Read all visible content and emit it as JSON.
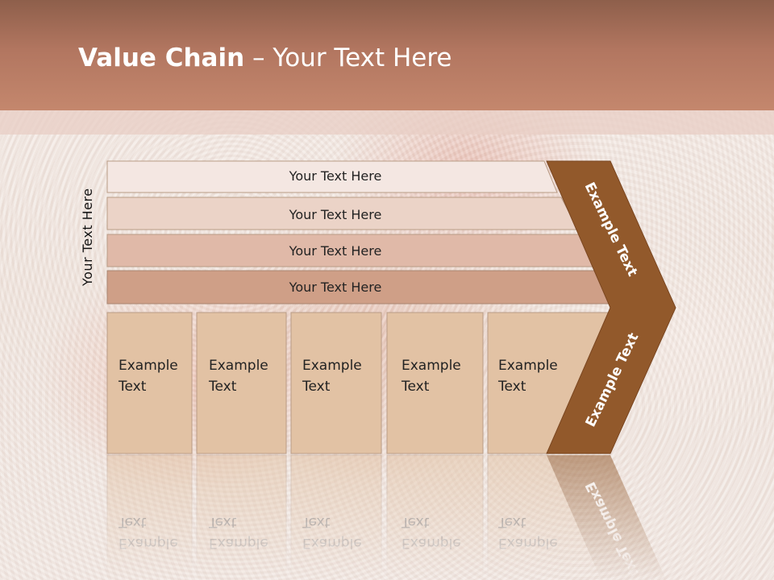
{
  "slide": {
    "title_bold": "Value Chain",
    "title_rest": " – Your Text Here",
    "side_label": "Your Text Here"
  },
  "bands": [
    {
      "label": "Your Text Here",
      "fill": "#f4e7e2"
    },
    {
      "label": "Your Text Here",
      "fill": "#ebd3c7"
    },
    {
      "label": "Your Text Here",
      "fill": "#e0b9a8"
    },
    {
      "label": "Your Text Here",
      "fill": "#cf9f87"
    }
  ],
  "columns": [
    {
      "line1": "Example",
      "line2": "Text"
    },
    {
      "line1": "Example",
      "line2": "Text"
    },
    {
      "line1": "Example",
      "line2": "Text"
    },
    {
      "line1": "Example",
      "line2": "Text"
    },
    {
      "line1": "Example",
      "line2": "Text"
    }
  ],
  "arrow": {
    "upper_label": "Example Text",
    "lower_label": "Example Text",
    "fill": "#92592b"
  },
  "colors": {
    "header": "#b27660",
    "column_fill": "#e2c2a4",
    "column_stroke": "#b99c86"
  }
}
